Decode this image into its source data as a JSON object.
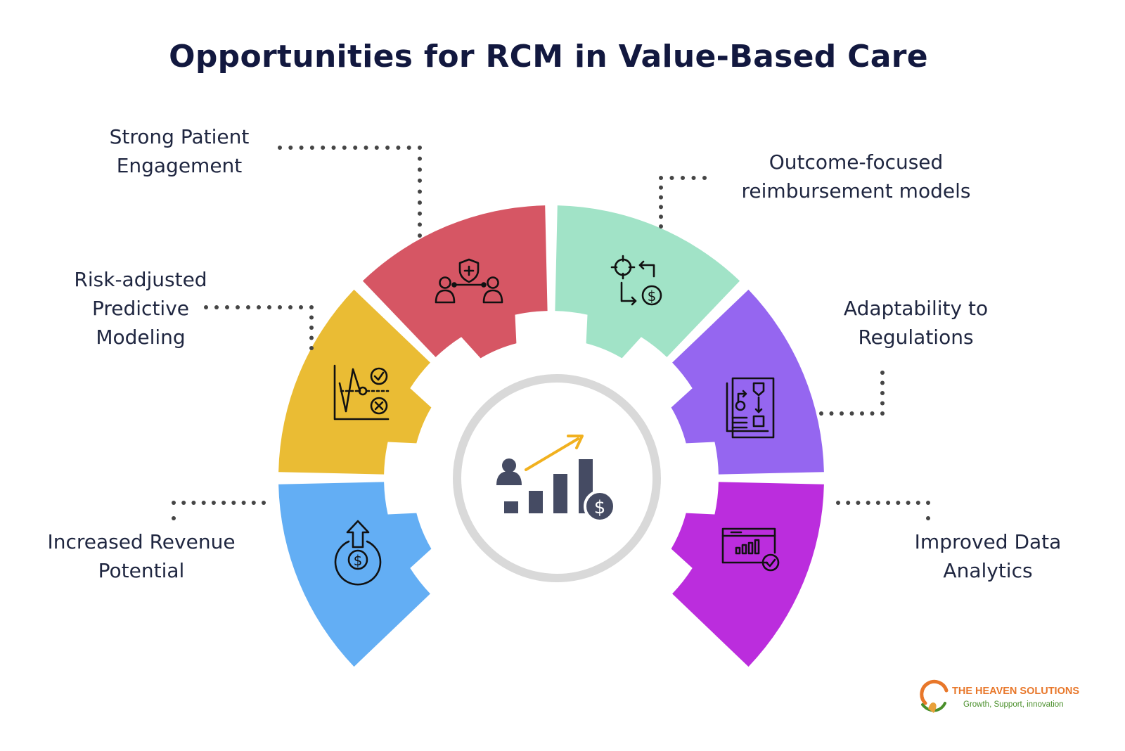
{
  "title": "Opportunities for RCM in Value-Based Care",
  "segments": [
    {
      "id": "revenue",
      "label_lines": [
        "Increased Revenue",
        "Potential"
      ],
      "color": "#63aef4",
      "icon": "money-growth-icon"
    },
    {
      "id": "predictive",
      "label_lines": [
        "Risk-adjusted",
        "Predictive",
        "Modeling"
      ],
      "color": "#eabc34",
      "icon": "analysis-chart-icon"
    },
    {
      "id": "engagement",
      "label_lines": [
        "Strong Patient",
        "Engagement"
      ],
      "color": "#d65664",
      "icon": "patient-connection-icon"
    },
    {
      "id": "outcome",
      "label_lines": [
        "Outcome-focused",
        "reimbursement models"
      ],
      "color": "#a1e3c7",
      "icon": "target-payment-icon"
    },
    {
      "id": "regulations",
      "label_lines": [
        "Adaptability to",
        "Regulations"
      ],
      "color": "#9566f0",
      "icon": "regulation-document-icon"
    },
    {
      "id": "analytics",
      "label_lines": [
        "Improved Data",
        "Analytics"
      ],
      "color": "#bb2ddd",
      "icon": "data-dashboard-icon"
    }
  ],
  "center_icon": "revenue-growth-chart-icon",
  "colors": {
    "title": "#12183f",
    "text": "#1f2640",
    "ring": "#d9d9d9",
    "icon_dark": "#454b63",
    "arrow": "#f1b11f"
  },
  "logo": {
    "name": "THE HEAVEN SOLUTIONS",
    "tagline": "Growth, Support, innovation"
  }
}
